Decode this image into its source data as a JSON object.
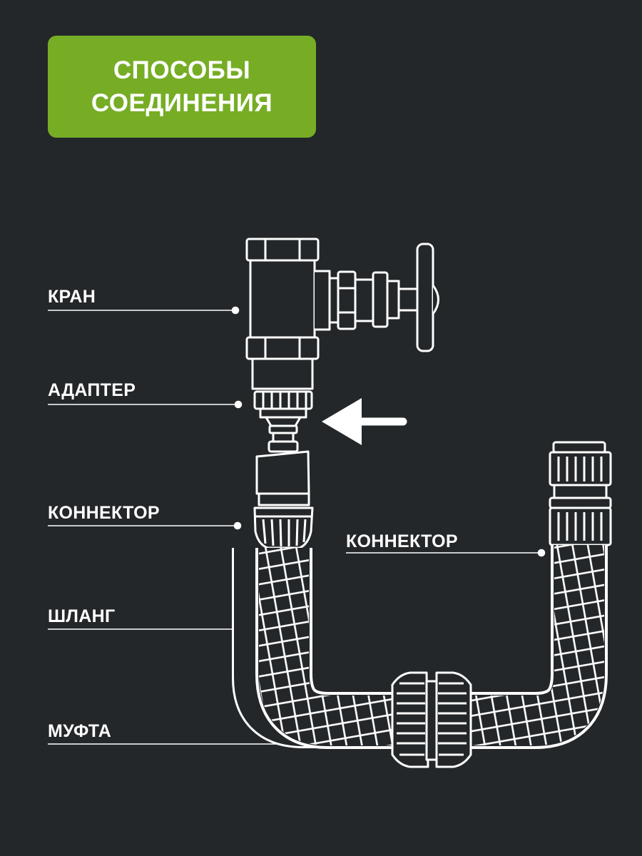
{
  "title": {
    "line1": "СПОСОБЫ",
    "line2": "СОЕДИНЕНИЯ"
  },
  "labels": {
    "valve": "КРАН",
    "adapter": "АДАПТЕР",
    "connector_left": "КОННЕКТОР",
    "connector_right": "КОННЕКТОР",
    "hose": "ШЛАНГ",
    "coupling": "МУФТА"
  },
  "colors": {
    "background": "#23272a",
    "accent": "#76ad25",
    "stroke": "#ffffff"
  },
  "icons": {
    "arrow": "left-arrow-icon"
  }
}
